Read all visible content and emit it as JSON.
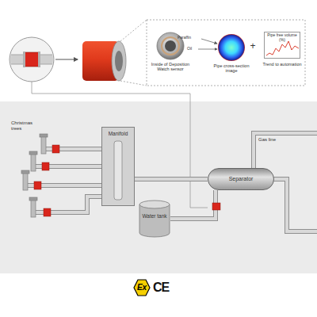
{
  "diagram": {
    "nodes": [
      {
        "text": [
          "Pipe free volume (%)",
          "Trend to automation"
        ]
      },
      {
        "text": [
          "Manifold"
        ]
      },
      {
        "text": [
          "Separator"
        ]
      },
      {
        "text": [
          "Water tank"
        ]
      },
      {
        "text": [
          "Ex"
        ]
      }
    ],
    "edges": [
      {
        "from": 1,
        "to": 2,
        "arrow": "none"
      },
      {
        "from": 2,
        "to": 3,
        "arrow": "none"
      }
    ],
    "labels": [
      "Paraffin",
      "Oil",
      "Inside of Deposition Watch sensor",
      "Pipe cross-section image",
      "+",
      "Christmas trees",
      "Gas line",
      "CE"
    ]
  }
}
